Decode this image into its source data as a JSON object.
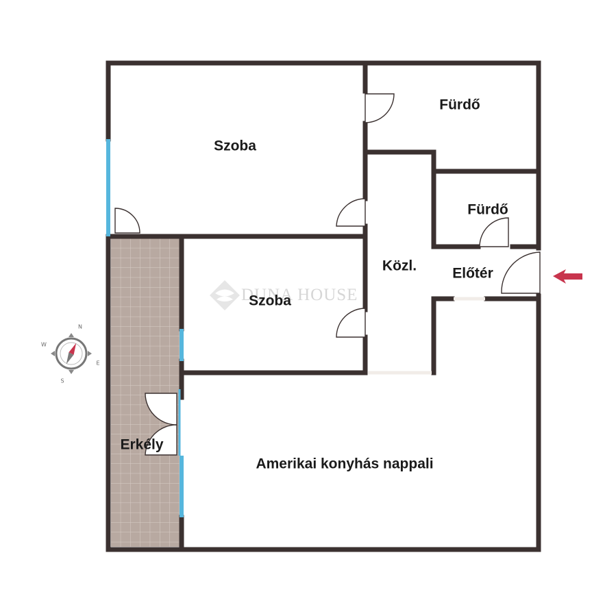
{
  "floor_plan": {
    "rooms": {
      "room_1": "Szoba",
      "bath_1": "Fürdő",
      "bath_2": "Fürdő",
      "corridor": "Közl.",
      "entrance": "Előtér",
      "room_2": "Szoba",
      "balcony": "Erkély",
      "living": "Amerikai konyhás nappali"
    },
    "watermark": "DUNA HOUSE",
    "compass": {
      "n": "N",
      "s": "S",
      "e": "E",
      "w": "W"
    },
    "colors": {
      "wall": "#3b3130",
      "window": "#56b6dd",
      "balcony_tile": "#b7a9a1",
      "entry_arrow": "#c8344d"
    }
  }
}
